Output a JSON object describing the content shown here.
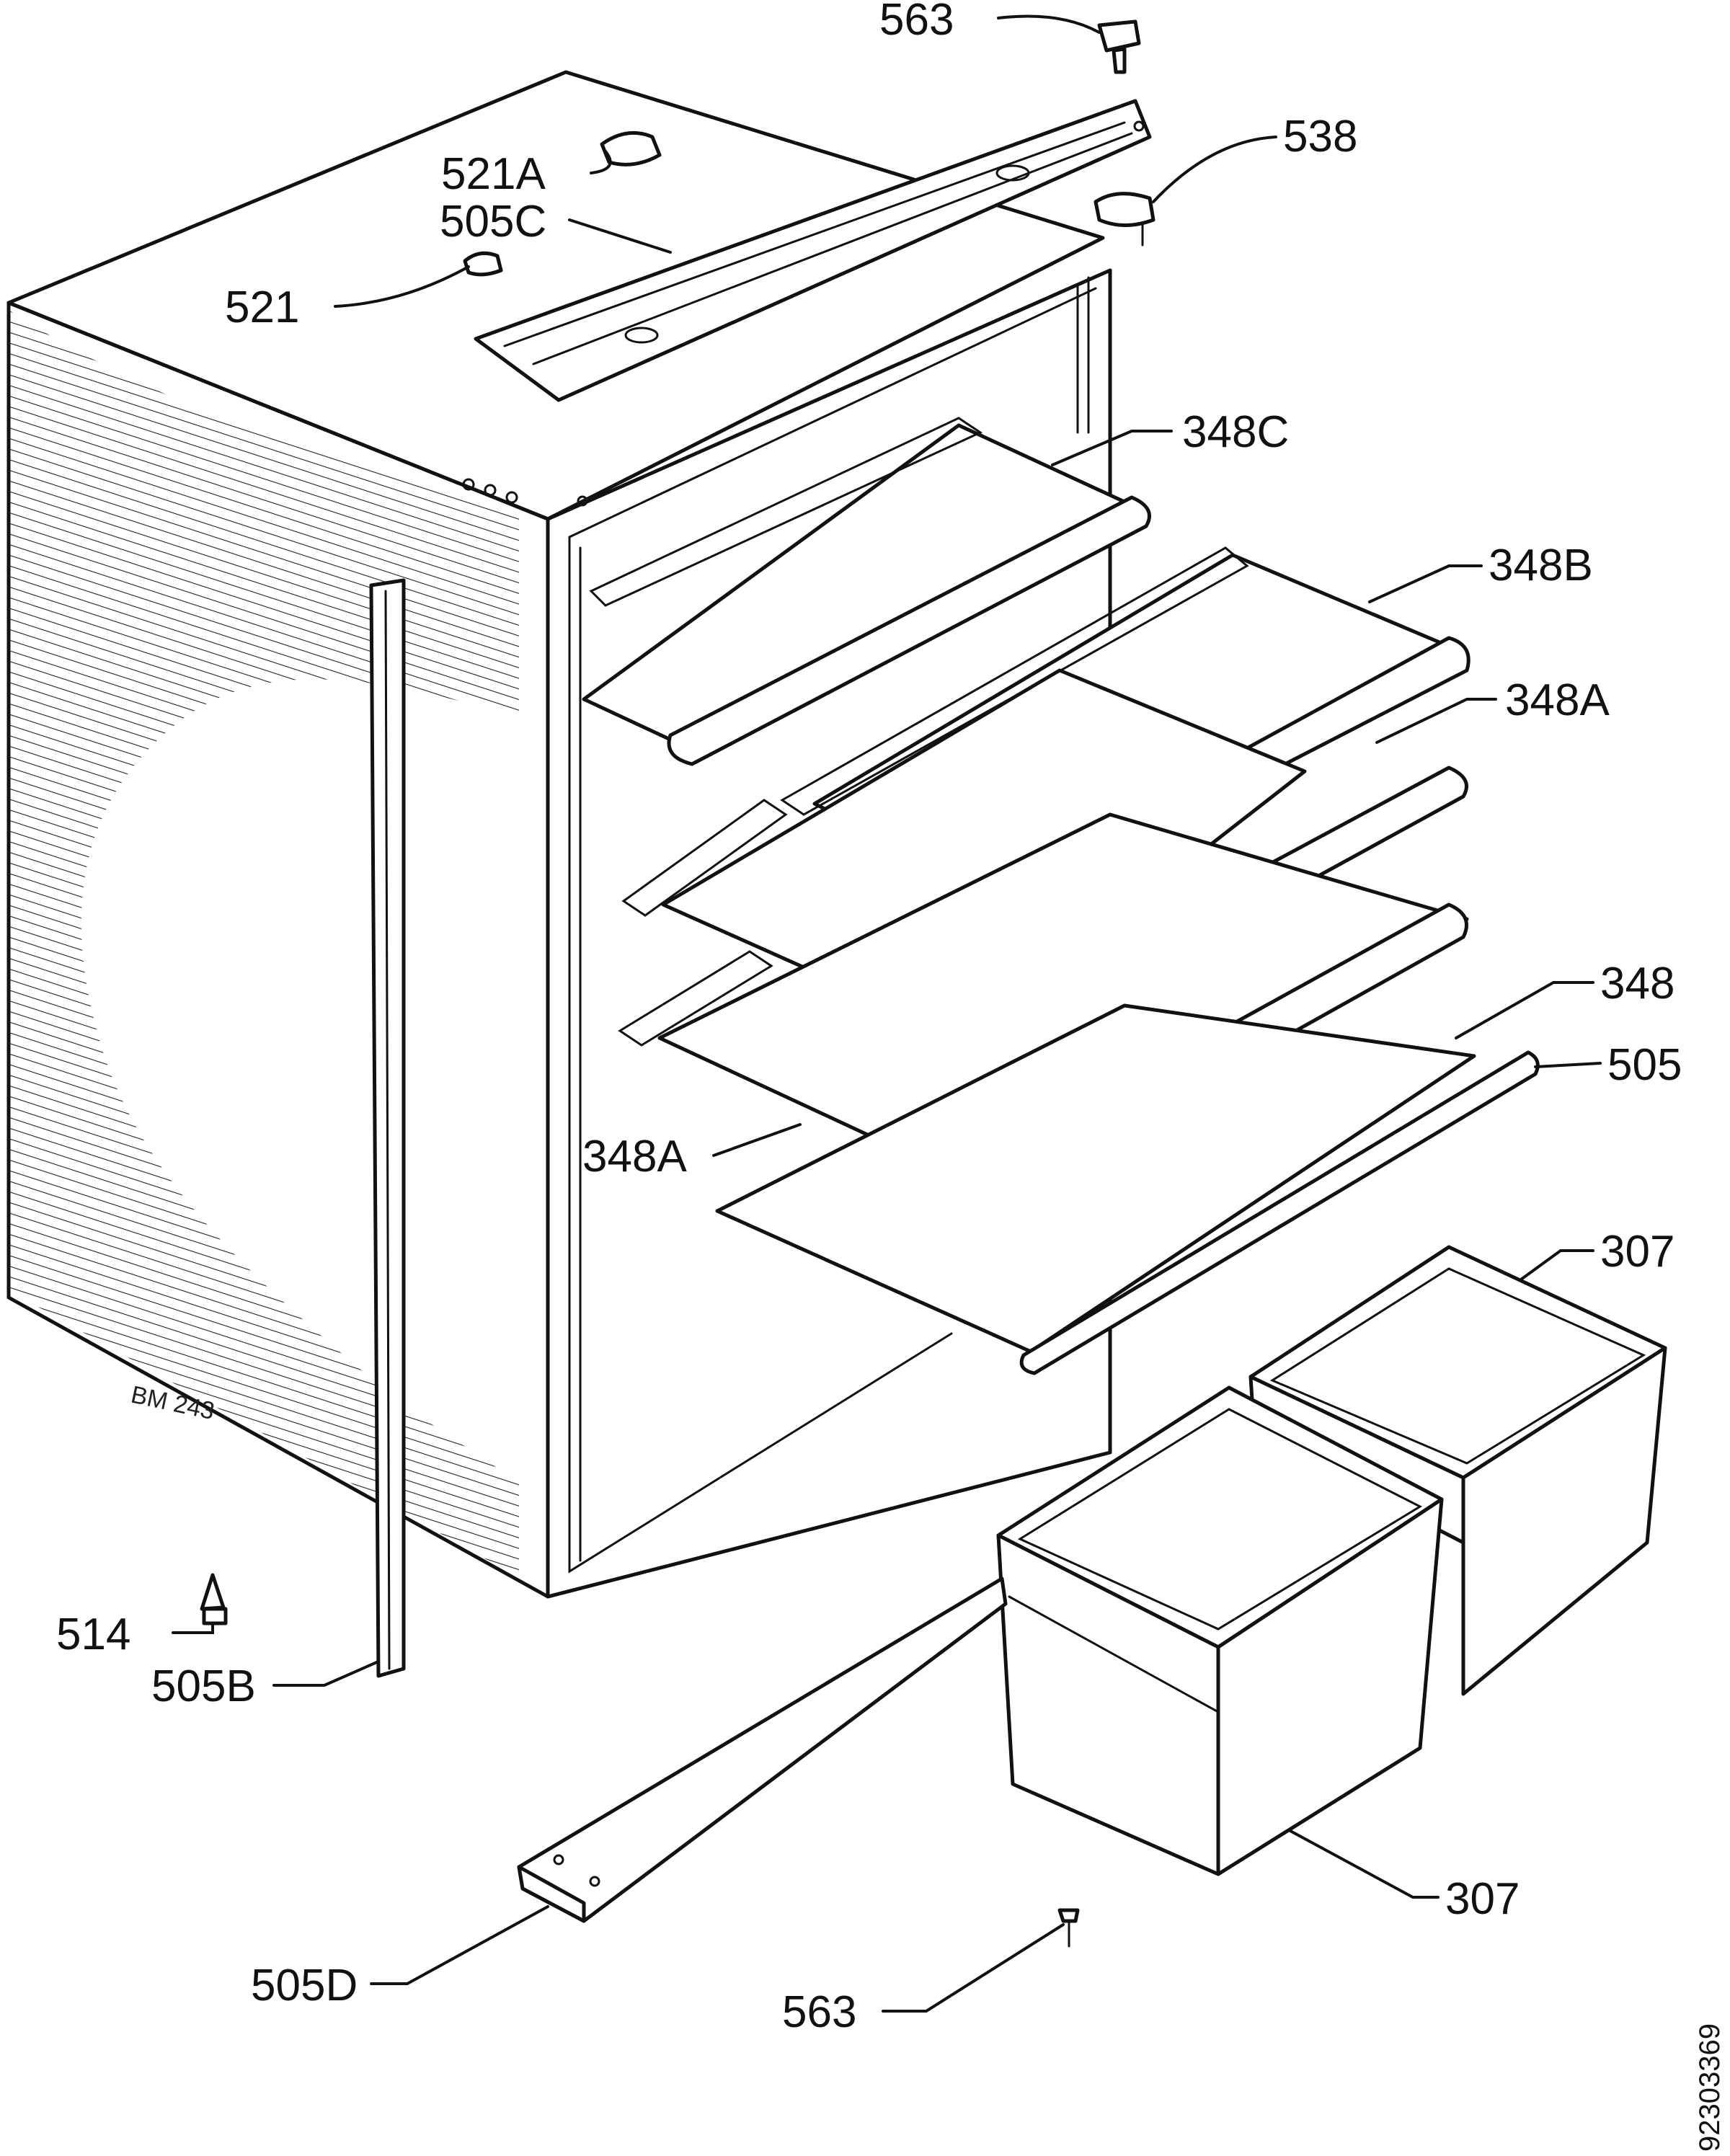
{
  "drawing": {
    "code": "BM 243",
    "doc_number": "92303369"
  },
  "labels": {
    "p563_top": "563",
    "p538": "538",
    "p521A": "521A",
    "p505C": "505C",
    "p521": "521",
    "p348C": "348C",
    "p348B": "348B",
    "p348A_right": "348A",
    "p348": "348",
    "p505": "505",
    "p348A_left": "348A",
    "p307_top": "307",
    "p307_bottom": "307",
    "p514": "514",
    "p505B": "505B",
    "p505D": "505D",
    "p563_bottom": "563"
  }
}
